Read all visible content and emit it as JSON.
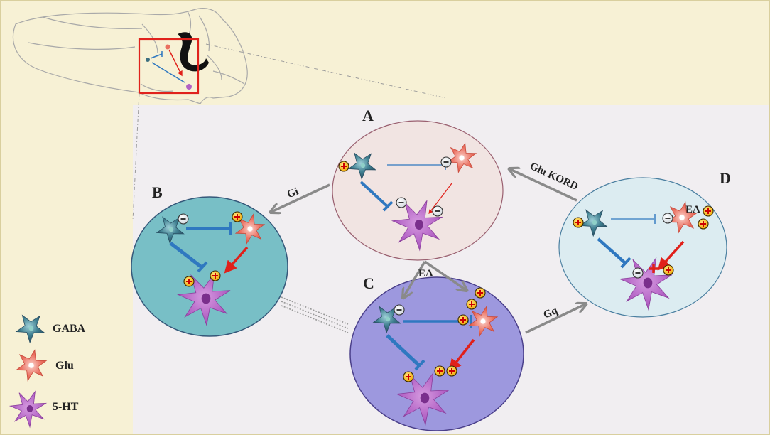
{
  "panels": {
    "A": {
      "label": "A"
    },
    "B": {
      "label": "B"
    },
    "C": {
      "label": "C"
    },
    "D": {
      "label": "D"
    }
  },
  "arrows": {
    "a_to_b": "Gi",
    "a_to_c": "EA",
    "c_to_d": "Gq",
    "d_to_a": "Glu KORD",
    "d_drug": "EA"
  },
  "legend": {
    "gaba": "GABA",
    "glu": "Glu",
    "ht": "5-HT"
  },
  "colors": {
    "background": "#f7f1d5",
    "main_panel": "#f1eef1",
    "panel_a": "#f1e4e2",
    "panel_b": "#78bfc6",
    "panel_c": "#9d98de",
    "panel_d": "#dcecf1",
    "gaba_neuron": "#3d6f80",
    "glu_neuron": "#ea6f5f",
    "ht_neuron": "#b261c4",
    "inhibition": "#2f78c0",
    "excitation": "#e0201a",
    "pathway_arrow": "#8a8a8a",
    "highlight_box": "#e0221c"
  }
}
